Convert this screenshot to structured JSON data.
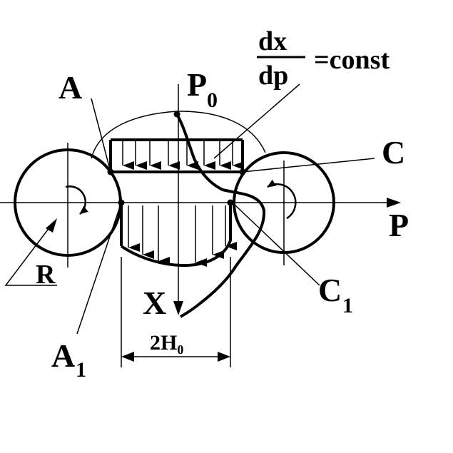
{
  "labels": {
    "fraction_top": "dx",
    "fraction_bottom": "dp",
    "fraction_rhs": "=const",
    "A": "A",
    "P0_main": "P",
    "P0_sub": "0",
    "C": "C",
    "P_axis": "P",
    "R": "R",
    "C1_main": "C",
    "C1_sub": "1",
    "X": "X",
    "A1_main": "A",
    "A1_sub": "1",
    "width": "2H₀"
  }
}
